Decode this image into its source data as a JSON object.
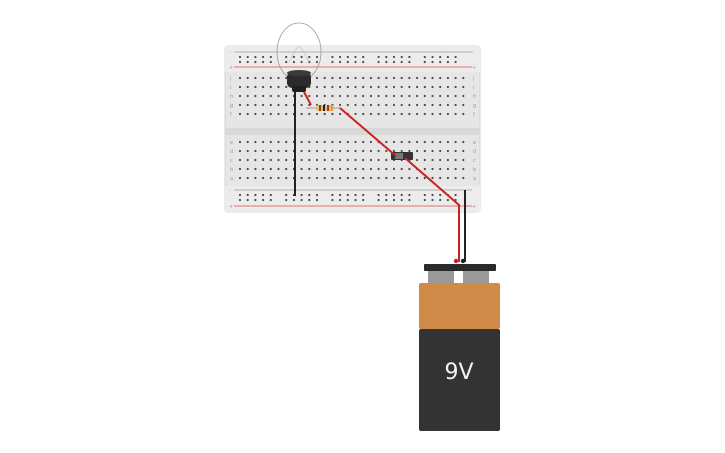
{
  "canvas": {
    "background": "#ffffff"
  },
  "breadboard": {
    "body_color": "#e6e6e6",
    "rail_line_colors": {
      "positive": "#e04a4a",
      "negative": "#555555"
    },
    "rail_symbols": {
      "minus": "-",
      "plus": "+"
    },
    "row_letters_top": [
      "j",
      "i",
      "h",
      "g",
      "f"
    ],
    "row_letters_bottom": [
      "e",
      "d",
      "c",
      "b",
      "a"
    ],
    "columns": 30
  },
  "components": {
    "bulb": {
      "name": "light bulb",
      "icon": "lightbulb-icon"
    },
    "resistor": {
      "name": "resistor",
      "icon": "resistor-icon"
    },
    "switch": {
      "name": "slide switch",
      "icon": "switch-icon"
    },
    "battery": {
      "label": "9V",
      "top_color": "#d08a4a",
      "body_color": "#333333"
    }
  },
  "wires": {
    "red": "#cc2222",
    "black": "#222222"
  }
}
